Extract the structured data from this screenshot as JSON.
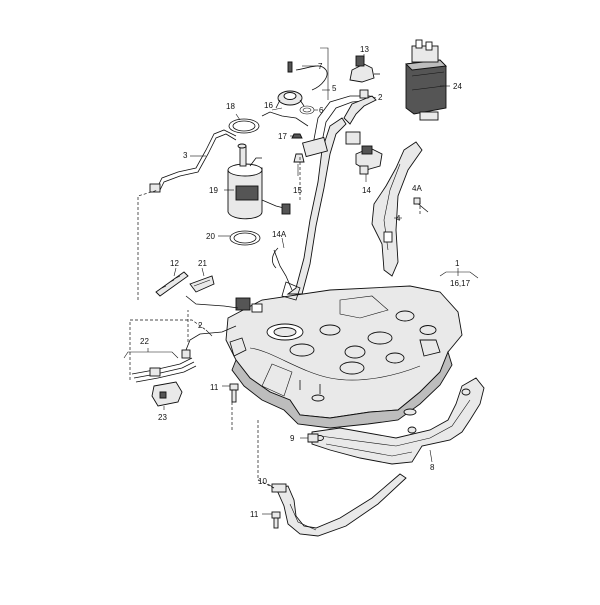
{
  "callouts": {
    "c1": "1",
    "c1_sub": "16,17",
    "c2_top": "2",
    "c2_left": "2",
    "c3": "3",
    "c4": "4",
    "c4a": "4A",
    "c5": "5",
    "c6": "6",
    "c7": "7",
    "c8": "8",
    "c9": "9",
    "c10": "10",
    "c11_mid": "11",
    "c11_bot": "11",
    "c12": "12",
    "c13": "13",
    "c14": "14",
    "c14a": "14A",
    "c15": "15",
    "c16": "16",
    "c17": "17",
    "c18": "18",
    "c19": "19",
    "c20": "20",
    "c21": "21",
    "c22": "22",
    "c23": "23",
    "c24": "24"
  }
}
